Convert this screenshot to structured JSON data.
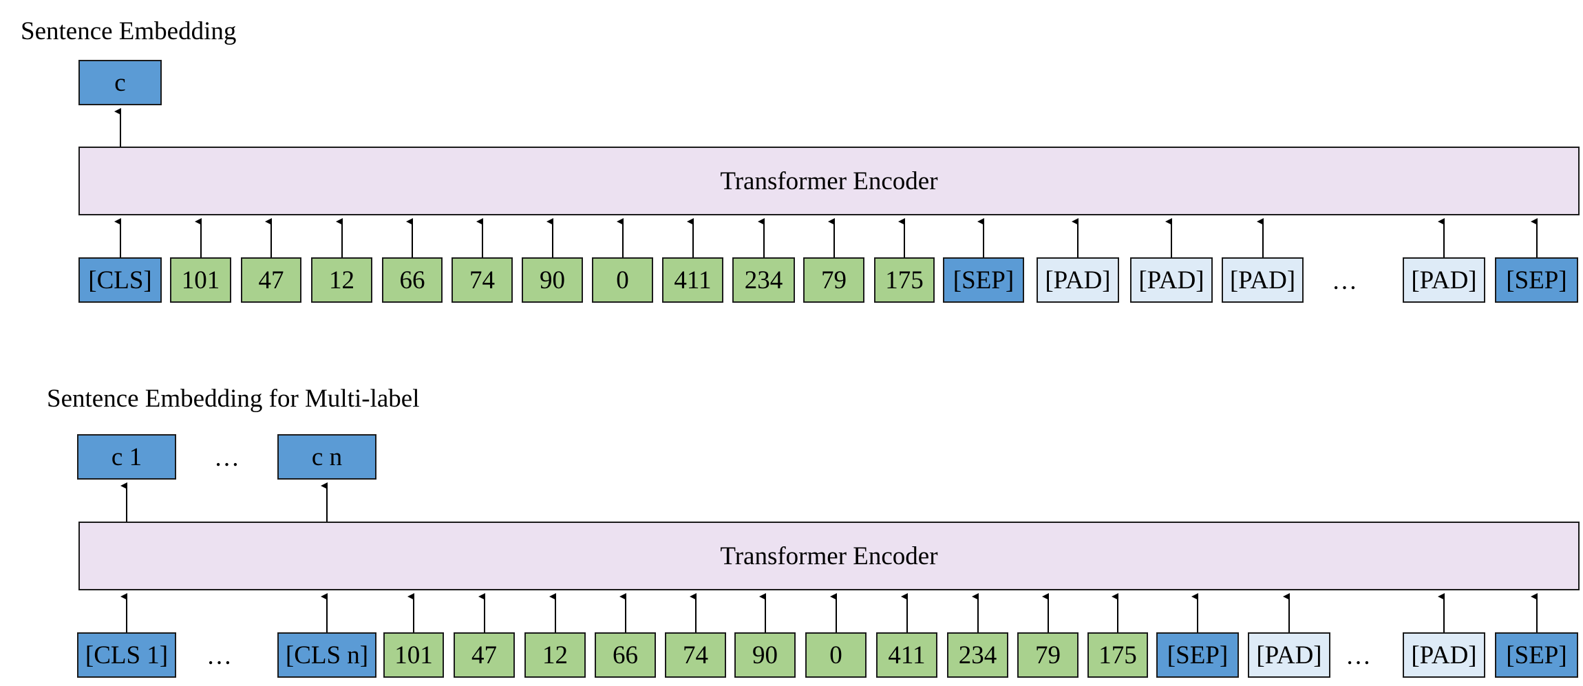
{
  "top": {
    "title": "Sentence Embedding",
    "output": "c",
    "encoder": "Transformer Encoder",
    "tokens": [
      {
        "label": "[CLS]",
        "kind": "special"
      },
      {
        "label": "101",
        "kind": "id"
      },
      {
        "label": "47",
        "kind": "id"
      },
      {
        "label": "12",
        "kind": "id"
      },
      {
        "label": "66",
        "kind": "id"
      },
      {
        "label": "74",
        "kind": "id"
      },
      {
        "label": "90",
        "kind": "id"
      },
      {
        "label": "0",
        "kind": "id"
      },
      {
        "label": "411",
        "kind": "id"
      },
      {
        "label": "234",
        "kind": "id"
      },
      {
        "label": "79",
        "kind": "id"
      },
      {
        "label": "175",
        "kind": "id"
      },
      {
        "label": "[SEP]",
        "kind": "special"
      },
      {
        "label": "[PAD]",
        "kind": "pad"
      },
      {
        "label": "[PAD]",
        "kind": "pad"
      },
      {
        "label": "[PAD]",
        "kind": "pad"
      },
      {
        "label": "…",
        "kind": "ellipsis"
      },
      {
        "label": "[PAD]",
        "kind": "pad"
      },
      {
        "label": "[SEP]",
        "kind": "special"
      }
    ]
  },
  "bottom": {
    "title": "Sentence Embedding for Multi-label",
    "outputs": [
      "c 1",
      "…",
      "c n"
    ],
    "encoder": "Transformer Encoder",
    "tokens": [
      {
        "label": "[CLS 1]",
        "kind": "special"
      },
      {
        "label": "…",
        "kind": "ellipsis"
      },
      {
        "label": "[CLS n]",
        "kind": "special"
      },
      {
        "label": "101",
        "kind": "id"
      },
      {
        "label": "47",
        "kind": "id"
      },
      {
        "label": "12",
        "kind": "id"
      },
      {
        "label": "66",
        "kind": "id"
      },
      {
        "label": "74",
        "kind": "id"
      },
      {
        "label": "90",
        "kind": "id"
      },
      {
        "label": "0",
        "kind": "id"
      },
      {
        "label": "411",
        "kind": "id"
      },
      {
        "label": "234",
        "kind": "id"
      },
      {
        "label": "79",
        "kind": "id"
      },
      {
        "label": "175",
        "kind": "id"
      },
      {
        "label": "[SEP]",
        "kind": "special"
      },
      {
        "label": "[PAD]",
        "kind": "pad"
      },
      {
        "label": "…",
        "kind": "ellipsis"
      },
      {
        "label": "[PAD]",
        "kind": "pad"
      },
      {
        "label": "[SEP]",
        "kind": "special"
      }
    ]
  },
  "colors": {
    "special_token": "#5b9bd5",
    "id_token": "#a9d18e",
    "pad_token": "#deebf7",
    "encoder": "#ece1f1"
  }
}
